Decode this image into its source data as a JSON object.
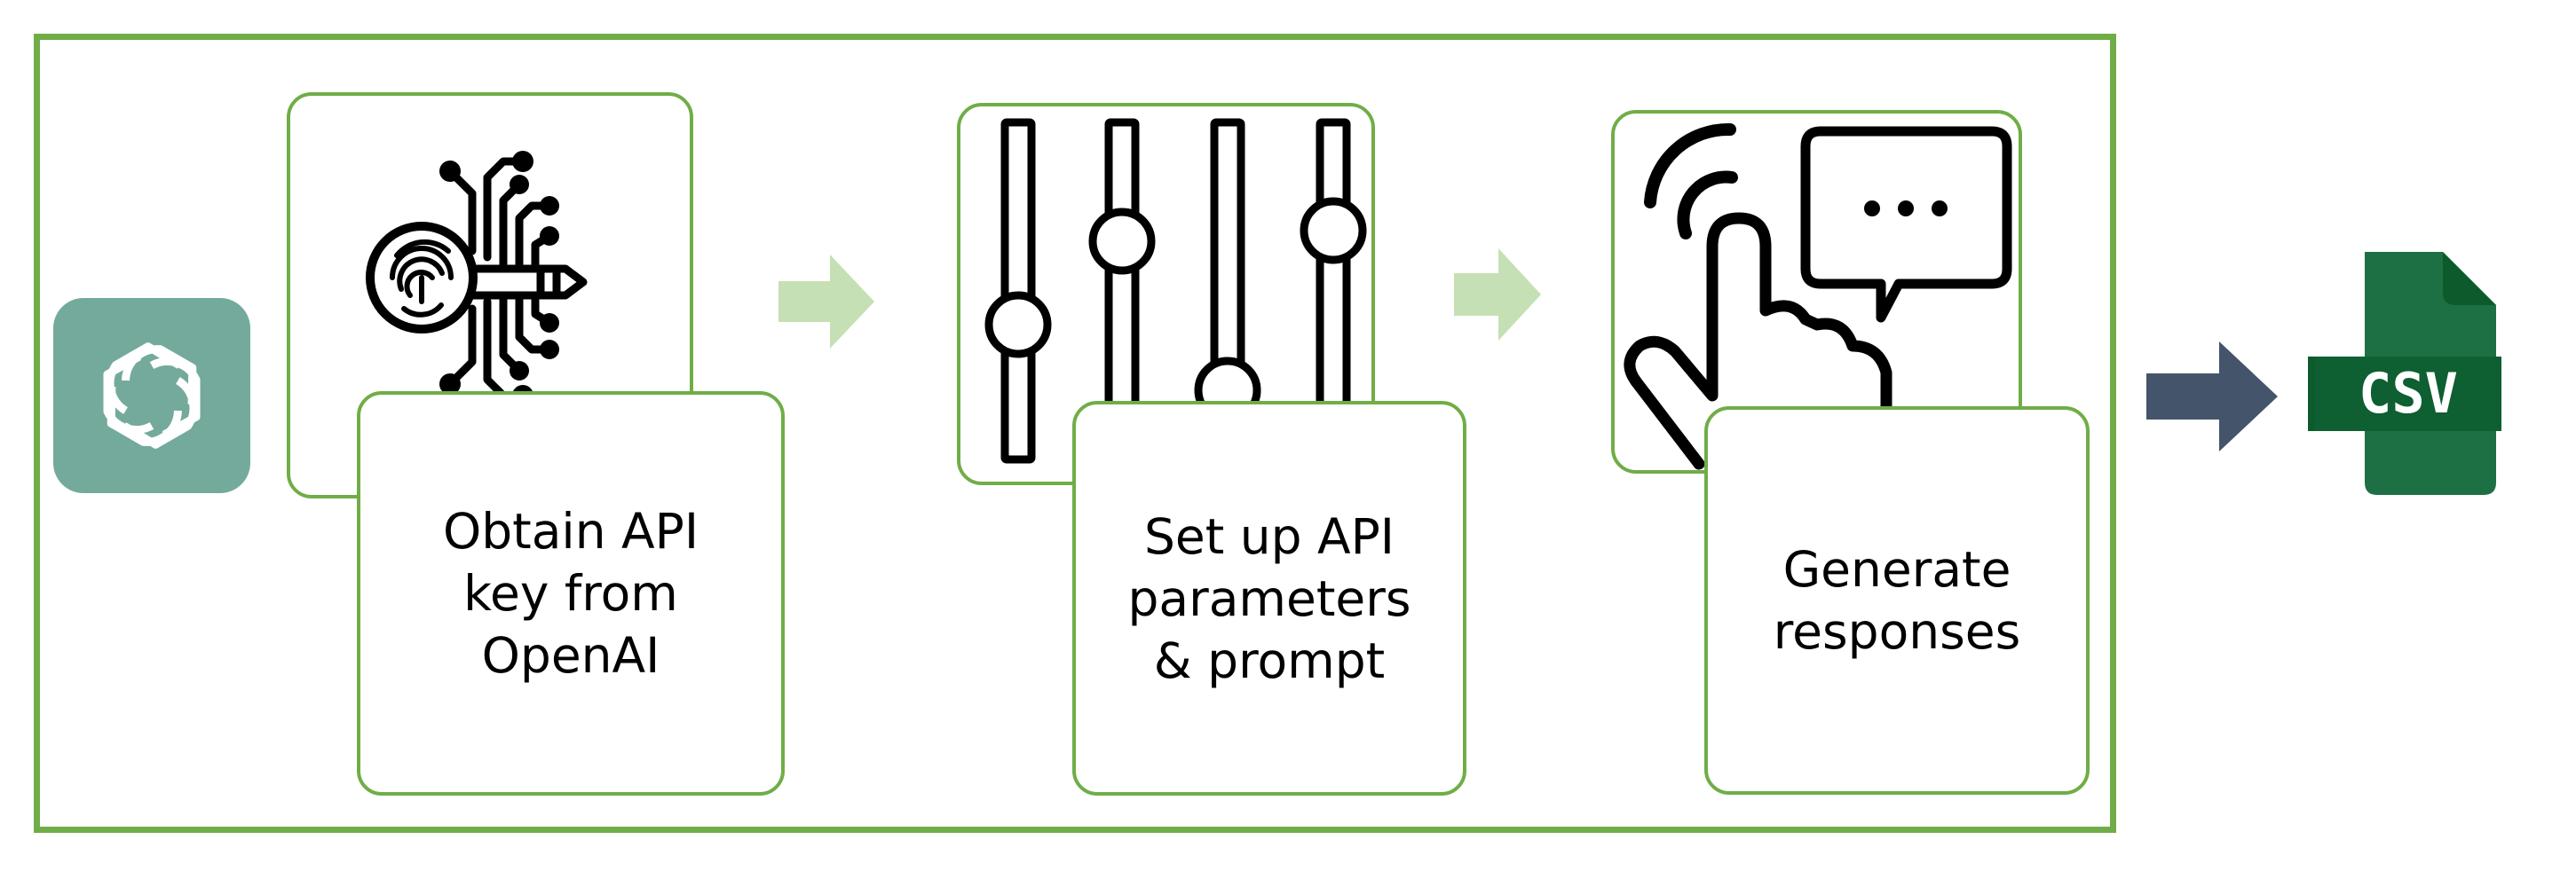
{
  "steps": [
    {
      "label": "Obtain API\nkey from\nOpenAI",
      "icon": "fingerprint-circuit-key-icon"
    },
    {
      "label": "Set up API\nparameters\n& prompt",
      "icon": "sliders-icon"
    },
    {
      "label": "Generate\nresponses",
      "icon": "tap-chat-bubble-icon"
    }
  ],
  "source_logo": {
    "icon": "openai-logo"
  },
  "output": {
    "text": "CSV",
    "icon": "csv-file-icon"
  },
  "colors": {
    "frame_border": "#70ad47",
    "step_arrow": "#c5e0b4",
    "output_arrow": "#44546a",
    "openai_logo_bg": "#74aa9c",
    "csv_file": "#1d7044",
    "csv_band": "#0d5b2c"
  }
}
